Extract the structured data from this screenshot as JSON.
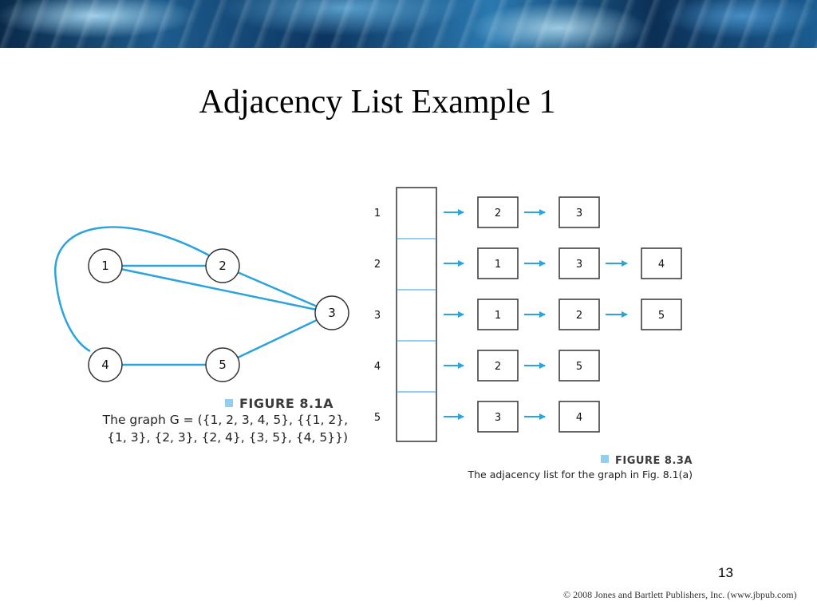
{
  "title": "Adjacency List Example 1",
  "figure_1": {
    "label": "FIGURE 8.1A",
    "caption_line1": "The graph G = ({1, 2, 3, 4, 5}, {{1, 2},",
    "caption_line2": "{1, 3}, {2, 3}, {2, 4}, {3, 5}, {4, 5}})",
    "nodes": [
      "1",
      "2",
      "3",
      "4",
      "5"
    ],
    "edges": [
      [
        "1",
        "2"
      ],
      [
        "1",
        "3"
      ],
      [
        "2",
        "3"
      ],
      [
        "2",
        "4"
      ],
      [
        "3",
        "5"
      ],
      [
        "4",
        "5"
      ]
    ]
  },
  "figure_2": {
    "label": "FIGURE 8.3A",
    "caption": "The adjacency list for the graph in Fig. 8.1(a)",
    "rows": [
      {
        "index": "1",
        "neighbors": [
          "2",
          "3"
        ]
      },
      {
        "index": "2",
        "neighbors": [
          "1",
          "3",
          "4"
        ]
      },
      {
        "index": "3",
        "neighbors": [
          "1",
          "2",
          "5"
        ]
      },
      {
        "index": "4",
        "neighbors": [
          "2",
          "5"
        ]
      },
      {
        "index": "5",
        "neighbors": [
          "3",
          "4"
        ]
      }
    ]
  },
  "colors": {
    "edge": "#2ba3dc",
    "accent": "#8fd0ee"
  },
  "page_number": "13",
  "copyright": "© 2008 Jones and Bartlett Publishers, Inc. (www.jbpub.com)"
}
